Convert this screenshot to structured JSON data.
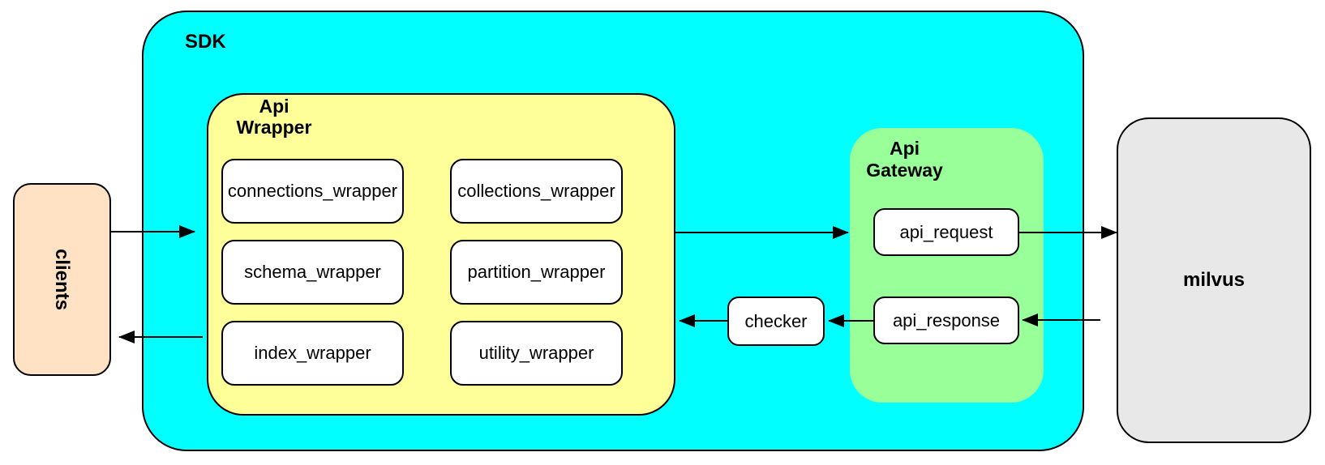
{
  "diagram": {
    "sdk": {
      "label": "SDK"
    },
    "clients": {
      "label": "clients"
    },
    "api_wrapper": {
      "label": "Api\nWrapper",
      "items": [
        {
          "label": "connections_wrapper"
        },
        {
          "label": "collections_wrapper"
        },
        {
          "label": "schema_wrapper"
        },
        {
          "label": "partition_wrapper"
        },
        {
          "label": "index_wrapper"
        },
        {
          "label": "utility_wrapper"
        }
      ]
    },
    "api_gateway": {
      "label": "Api\nGateway",
      "request": {
        "label": "api_request"
      },
      "response": {
        "label": "api_response"
      }
    },
    "checker": {
      "label": "checker"
    },
    "milvus": {
      "label": "milvus"
    },
    "colors": {
      "sdk_fill": "#00ffff",
      "api_wrapper_fill": "#ffff99",
      "api_gateway_fill": "#99ff99",
      "clients_fill": "#ffe2c4",
      "milvus_fill": "#e8e8e8",
      "node_fill": "#ffffff",
      "stroke": "#000000"
    }
  }
}
